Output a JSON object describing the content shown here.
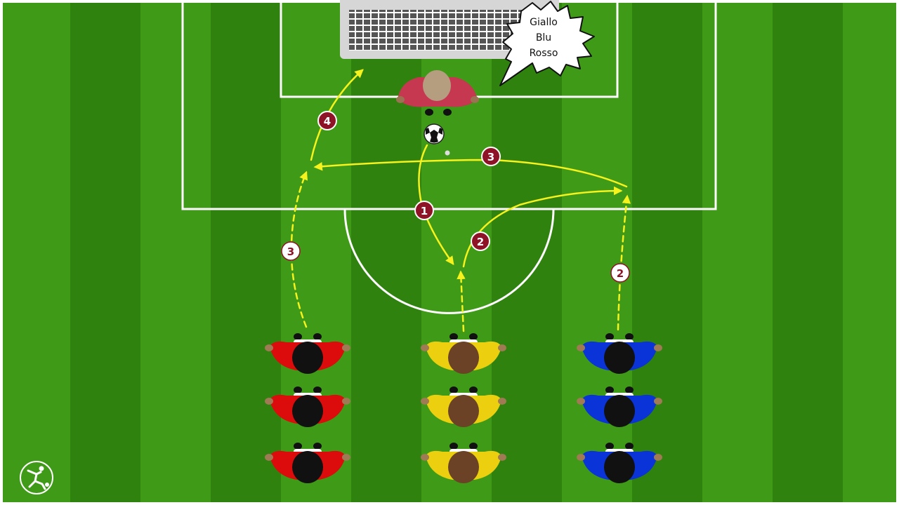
{
  "speech_bubble": {
    "lines": [
      "Giallo",
      "Blu",
      "Rosso"
    ]
  },
  "step_markers": [
    {
      "label": "1",
      "style": "dark"
    },
    {
      "label": "2",
      "style": "dark"
    },
    {
      "label": "3",
      "style": "dark"
    },
    {
      "label": "4",
      "style": "dark"
    },
    {
      "label": "3",
      "style": "light"
    },
    {
      "label": "2",
      "style": "light"
    }
  ],
  "teams": [
    {
      "name": "Rosso",
      "color": "#dd0c0c",
      "players": 3
    },
    {
      "name": "Giallo",
      "color": "#ecd00f",
      "players": 3
    },
    {
      "name": "Blu",
      "color": "#0b34d8",
      "players": 3
    }
  ],
  "colors": {
    "pitch_light": "#3f9a17",
    "pitch_dark": "#2f820d",
    "lines": "#ffffff",
    "arrows": "#f5f21e",
    "marker_dark": "#8e1326",
    "marker_light": "#ffffff",
    "goalkeeper": "#c6384f"
  },
  "icons": {
    "logo": "soccer-player-logo-icon",
    "ball": "soccer-ball-icon",
    "goal": "goal-net-icon"
  }
}
